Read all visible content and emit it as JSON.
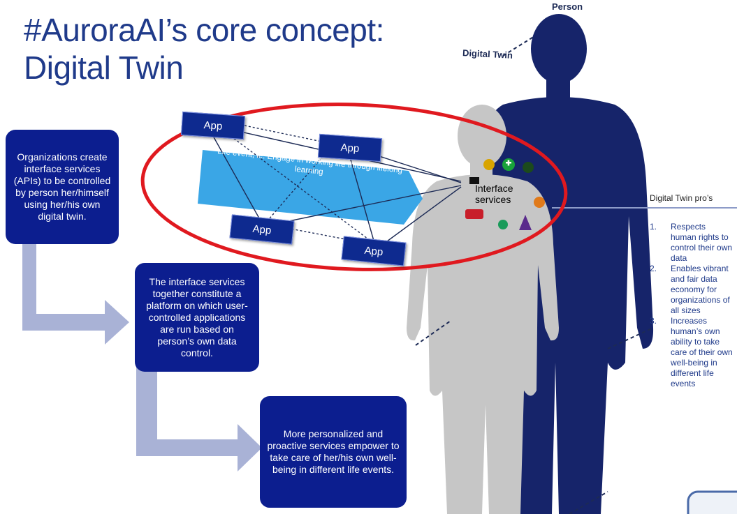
{
  "title": {
    "line1": "#AuroraAI’s core concept:",
    "line2": "Digital Twin"
  },
  "labels": {
    "person": "Person",
    "digital_twin": "Digital Twin"
  },
  "steps": [
    {
      "text": "Organizations create interface services (APIs) to be controlled by person her/himself using her/his own digital twin."
    },
    {
      "text": "The interface services together constitute a platform on which user-controlled applications are run based on person’s own data control."
    },
    {
      "text": "More personalized and proactive services empower to take care of her/his own well-being in different life events."
    }
  ],
  "apps": [
    "App",
    "App",
    "App",
    "App"
  ],
  "life_event": "Life event, ie. Engage in working life through lifelong learning",
  "interface_services": {
    "line1": "Interface",
    "line2": "services"
  },
  "pros": {
    "title": "Digital Twin pro’s",
    "items": [
      {
        "num": "1.",
        "text": "Respects human rights to control their own data"
      },
      {
        "num": "2.",
        "text": "Enables vibrant and fair data economy for organizations of all sizes"
      },
      {
        "num": "3.",
        "text": "Increases human’s own ability to take care of their own well-being in different life events"
      }
    ]
  },
  "colors": {
    "title": "#1f3a8a",
    "box": "#0c1e8f",
    "arrow": "#a9b0d6",
    "ellipse": "#e0191f",
    "banner": "#3aa6e6",
    "person": "#1a2a6b",
    "twin": "#c9c9c9"
  }
}
